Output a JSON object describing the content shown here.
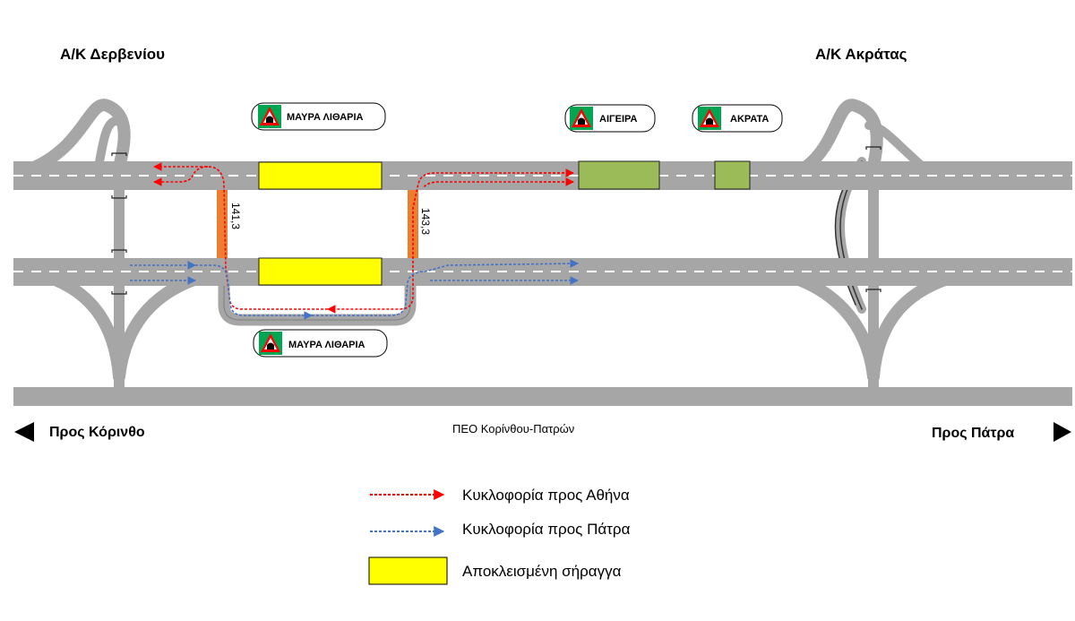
{
  "interchanges": {
    "left": "Α/Κ Δερβενίου",
    "right": "Α/Κ Ακράτας"
  },
  "tunnels": {
    "mavra_top": "ΜΑΥΡΑ ΛΙΘΑΡΙΑ",
    "aigeira": "ΑΙΓΕΙΡΑ",
    "akrata": "ΑΚΡΑΤΑ",
    "mavra_bottom": "ΜΑΥΡΑ ΛΙΘΑΡΙΑ"
  },
  "crossovers": {
    "left_km": "141,3",
    "right_km": "143,3"
  },
  "directions": {
    "to_korinthos": "Προς Κόρινθο",
    "to_patra": "Προς Πάτρα",
    "old_road": "ΠΕΟ Κορίνθου-Πατρών"
  },
  "legend": {
    "athens_traffic": "Κυκλοφορία προς Αθήνα",
    "patra_traffic": "Κυκλοφορία προς Πάτρα",
    "closed_tunnel": "Αποκλεισμένη σήραγγα"
  },
  "colors": {
    "road": "#a6a6a6",
    "athens_traffic": "#ff0000",
    "patra_traffic": "#4472c4",
    "closed_tunnel": "#ffff00",
    "open_tunnel": "#9bbb59",
    "crossover": "#ed7d31",
    "sign_frame": "#00a651",
    "sign_triangle": "#ff0000"
  }
}
